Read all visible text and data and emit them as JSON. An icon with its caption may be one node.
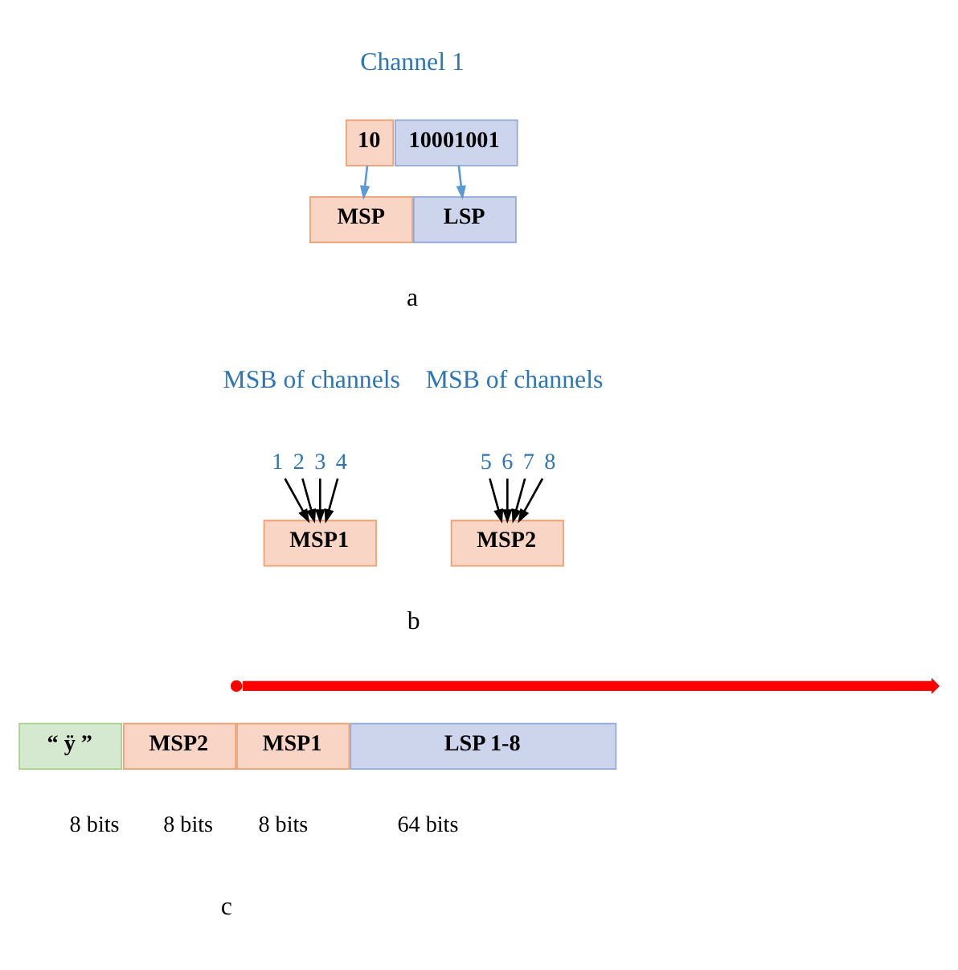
{
  "diagram": {
    "nodes": [
      {
        "text": [
          "10"
        ]
      },
      {
        "text": [
          "10001001"
        ]
      },
      {
        "text": [
          "MSP"
        ]
      },
      {
        "text": [
          "LSP"
        ]
      },
      {
        "text": [
          "1"
        ]
      },
      {
        "text": [
          "2"
        ]
      },
      {
        "text": [
          "3"
        ]
      },
      {
        "text": [
          "4"
        ]
      },
      {
        "text": [
          "MSP1"
        ]
      },
      {
        "text": [
          "5"
        ]
      },
      {
        "text": [
          "6"
        ]
      },
      {
        "text": [
          "7"
        ]
      },
      {
        "text": [
          "8"
        ]
      },
      {
        "text": [
          "MSP2"
        ]
      },
      {
        "text": [
          "“ ÿ ”"
        ],
        "beside": [
          "8 bits"
        ]
      },
      {
        "text": [
          "MSP2"
        ],
        "beside": [
          "8 bits"
        ]
      },
      {
        "text": [
          "MSP1"
        ],
        "beside": [
          "8 bits"
        ]
      },
      {
        "text": [
          "LSP 1-8"
        ],
        "beside": [
          "64 bits"
        ]
      }
    ],
    "edges": [
      {
        "from": 0,
        "to": 2,
        "arrow": "to",
        "color": "#5b9bd5"
      },
      {
        "from": 1,
        "to": 3,
        "arrow": "to",
        "color": "#5b9bd5"
      },
      {
        "from": 4,
        "to": 8,
        "arrow": "to"
      },
      {
        "from": 5,
        "to": 8,
        "arrow": "to"
      },
      {
        "from": 6,
        "to": 8,
        "arrow": "to"
      },
      {
        "from": 7,
        "to": 8,
        "arrow": "to"
      },
      {
        "from": 9,
        "to": 13,
        "arrow": "to"
      },
      {
        "from": 10,
        "to": 13,
        "arrow": "to"
      },
      {
        "from": 11,
        "to": 13,
        "arrow": "to"
      },
      {
        "from": 12,
        "to": 13,
        "arrow": "to"
      }
    ],
    "labels": [
      "Channel 1",
      "a",
      "MSB of channels",
      "MSB of channels",
      "b",
      "c"
    ]
  }
}
